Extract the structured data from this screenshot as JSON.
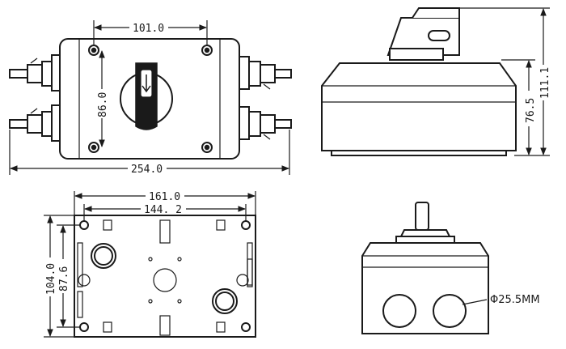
{
  "dimensions": {
    "top_width": "101.0",
    "top_height": "86.0",
    "top_overall": "254.0",
    "side_height_outer": "111.1",
    "side_height_inner": "76.5",
    "bottom_width_outer": "161.0",
    "bottom_width_inner": "144. 2",
    "bottom_height_outer": "104.0",
    "bottom_height_inner": "87.6",
    "hole_diameter": "Φ25.5MM"
  }
}
